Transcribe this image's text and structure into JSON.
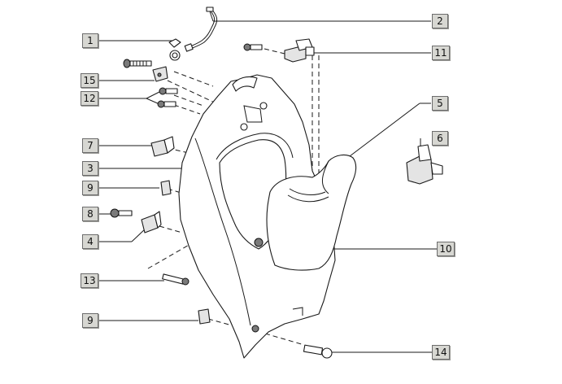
{
  "diagram": {
    "callouts": [
      {
        "id": "c1",
        "label": "1"
      },
      {
        "id": "c2",
        "label": "2"
      },
      {
        "id": "c3",
        "label": "3"
      },
      {
        "id": "c4",
        "label": "4"
      },
      {
        "id": "c5",
        "label": "5"
      },
      {
        "id": "c6",
        "label": "6"
      },
      {
        "id": "c7",
        "label": "7"
      },
      {
        "id": "c8",
        "label": "8"
      },
      {
        "id": "c9a",
        "label": "9"
      },
      {
        "id": "c9b",
        "label": "9"
      },
      {
        "id": "c10",
        "label": "10"
      },
      {
        "id": "c11",
        "label": "11"
      },
      {
        "id": "c12",
        "label": "12"
      },
      {
        "id": "c13",
        "label": "13"
      },
      {
        "id": "c14",
        "label": "14"
      },
      {
        "id": "c15",
        "label": "15"
      }
    ]
  }
}
